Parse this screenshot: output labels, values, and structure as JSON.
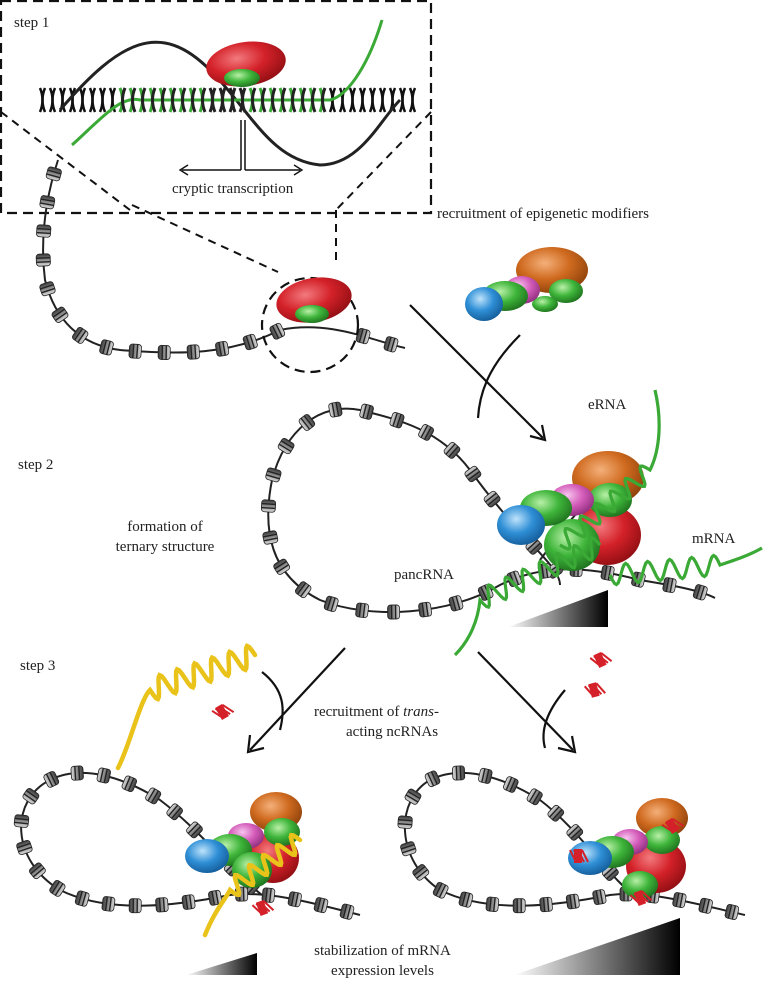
{
  "step1": {
    "label": "step 1",
    "inset_caption": "cryptic transcription"
  },
  "recruit_epigenetic": "recruitment of epigenetic modifiers",
  "step2": {
    "label": "step 2",
    "formation_line1": "formation of",
    "formation_line2": "ternary structure",
    "erna": "eRNA",
    "mrna": "mRNA",
    "pancrna": "pancRNA"
  },
  "step3": {
    "label": "step 3",
    "trans_line1_prefix": "recruitment of ",
    "trans_line1_italic": "trans",
    "trans_line1_suffix": "-",
    "trans_line2": "acting ncRNAs",
    "stab_line1": "stabilization of mRNA",
    "stab_line2": "expression levels"
  },
  "colors": {
    "red": "#c4161c",
    "green": "#3aa935",
    "orange": "#c8621a",
    "pink": "#d35bb5",
    "blue": "#2a87d0",
    "yellow": "#e9c21a",
    "dna": "#222222",
    "nucleosome": "#9a9a9a"
  }
}
